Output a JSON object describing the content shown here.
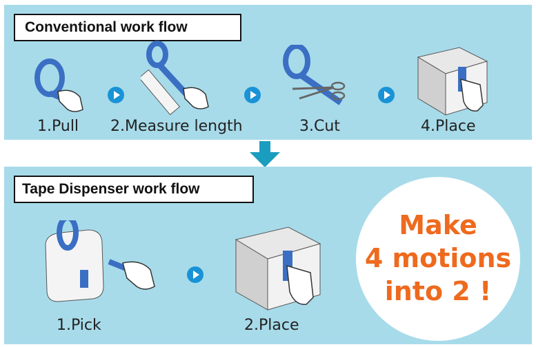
{
  "conventional": {
    "title": "Conventional work flow",
    "steps": [
      {
        "label": "1.Pull"
      },
      {
        "label": "2.Measure length"
      },
      {
        "label": "3.Cut"
      },
      {
        "label": "4.Place"
      }
    ]
  },
  "dispenser": {
    "title": "Tape Dispenser work flow",
    "steps": [
      {
        "label": "1.Pick"
      },
      {
        "label": "2.Place"
      }
    ]
  },
  "promo": {
    "line1": "Make",
    "line2": "4 motions",
    "line3": "into 2 !"
  },
  "colors": {
    "panel_bg": "#a7dbea",
    "accent_blue": "#1993d6",
    "tape_blue": "#3a6fc4",
    "promo_orange": "#ee6a1e",
    "arrow_teal": "#1a9dbf"
  },
  "icons": [
    "play-arrow-icon",
    "down-arrow-icon"
  ]
}
